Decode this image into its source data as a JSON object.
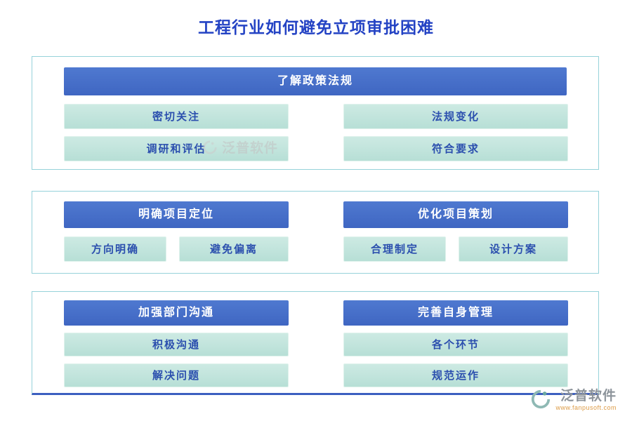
{
  "page": {
    "title": "工程行业如何避免立项审批困难"
  },
  "sections": [
    {
      "header": "了解政策法规",
      "items": [
        "密切关注",
        "法规变化",
        "调研和评估",
        "符合要求"
      ]
    },
    {
      "columns": [
        {
          "header": "明确项目定位",
          "items": [
            "方向明确",
            "避免偏离"
          ]
        },
        {
          "header": "优化项目策划",
          "items": [
            "合理制定",
            "设计方案"
          ]
        }
      ]
    },
    {
      "columns": [
        {
          "header": "加强部门沟通",
          "items": [
            "积极沟通",
            "解决问题"
          ]
        },
        {
          "header": "完善自身管理",
          "items": [
            "各个环节",
            "规范运作"
          ]
        }
      ]
    }
  ],
  "watermark": {
    "text": "泛普软件"
  },
  "brand": {
    "name": "泛普软件",
    "url": "www.fanpusoft.com"
  },
  "colors": {
    "title": "#2443c4",
    "header_bar": "#4468c8",
    "pill_bg": "#c2e5dd",
    "pill_text": "#2b4fae",
    "section_border": "#96d2da",
    "bottom_rule": "#3c5fc0",
    "brand_url": "#dc9a44"
  }
}
